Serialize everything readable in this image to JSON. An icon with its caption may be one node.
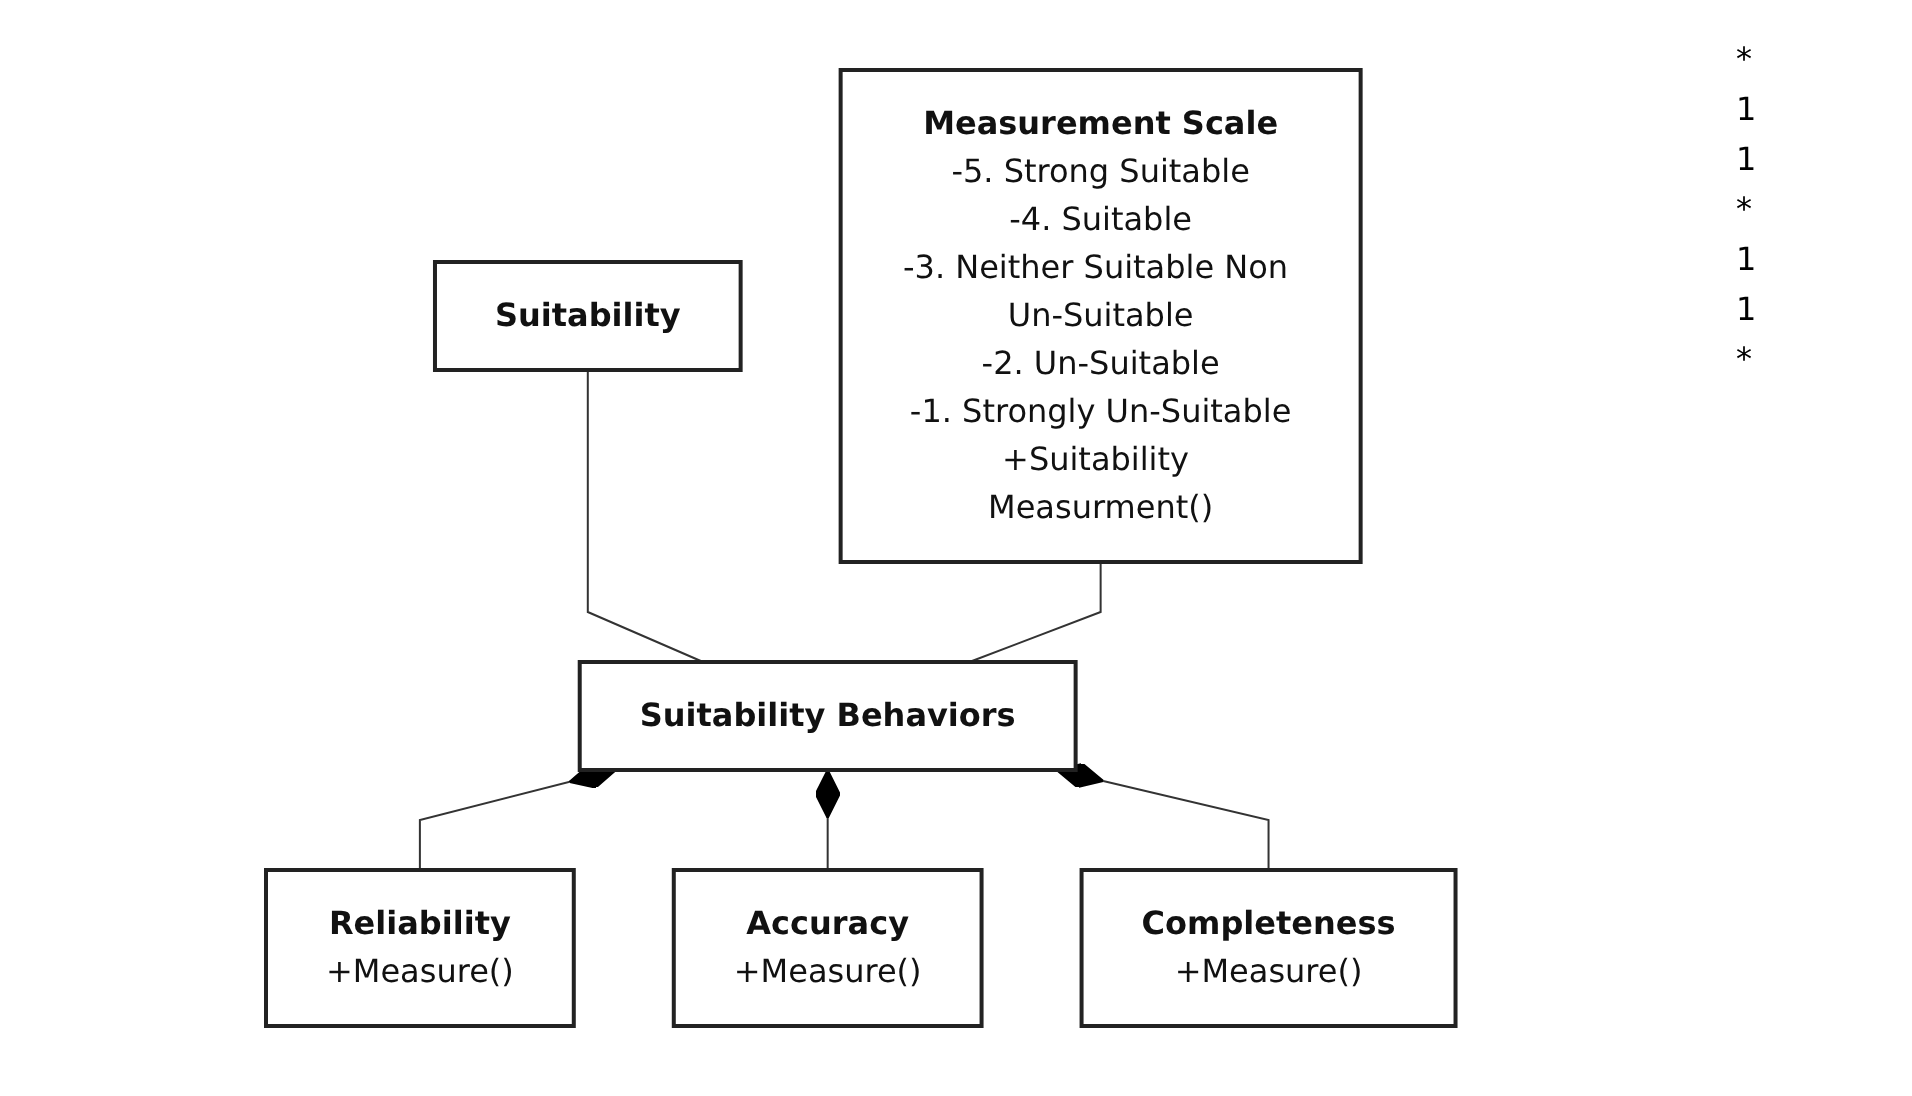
{
  "diagram": {
    "nodes": [
      {
        "text": [
          "Suitability"
        ]
      },
      {
        "text": [
          "Measurement Scale",
          "-5. Strong Suitable",
          "-4. Suitable",
          "-3. Neither Suitable Non Un-Suitable",
          "-2. Un-Suitable",
          "-1. Strongly Un-Suitable",
          "+Suitability Measurment()"
        ]
      },
      {
        "text": [
          "Suitability Behaviors"
        ]
      },
      {
        "text": [
          "Reliability",
          "+Measure()"
        ]
      },
      {
        "text": [
          "Accuracy",
          "+Measure()"
        ]
      },
      {
        "text": [
          "Completeness",
          "+Measure()"
        ]
      }
    ],
    "edges": [
      {
        "from": 0,
        "to": 2,
        "arrow": "none"
      },
      {
        "from": 1,
        "to": 2,
        "arrow": "none"
      },
      {
        "from": 2,
        "to": 3,
        "arrow": "other"
      },
      {
        "from": 2,
        "to": 4,
        "arrow": "other"
      },
      {
        "from": 2,
        "to": 5,
        "arrow": "other"
      }
    ],
    "labels": [
      "*",
      "1",
      "1",
      "*",
      "1",
      "1",
      "*"
    ]
  }
}
